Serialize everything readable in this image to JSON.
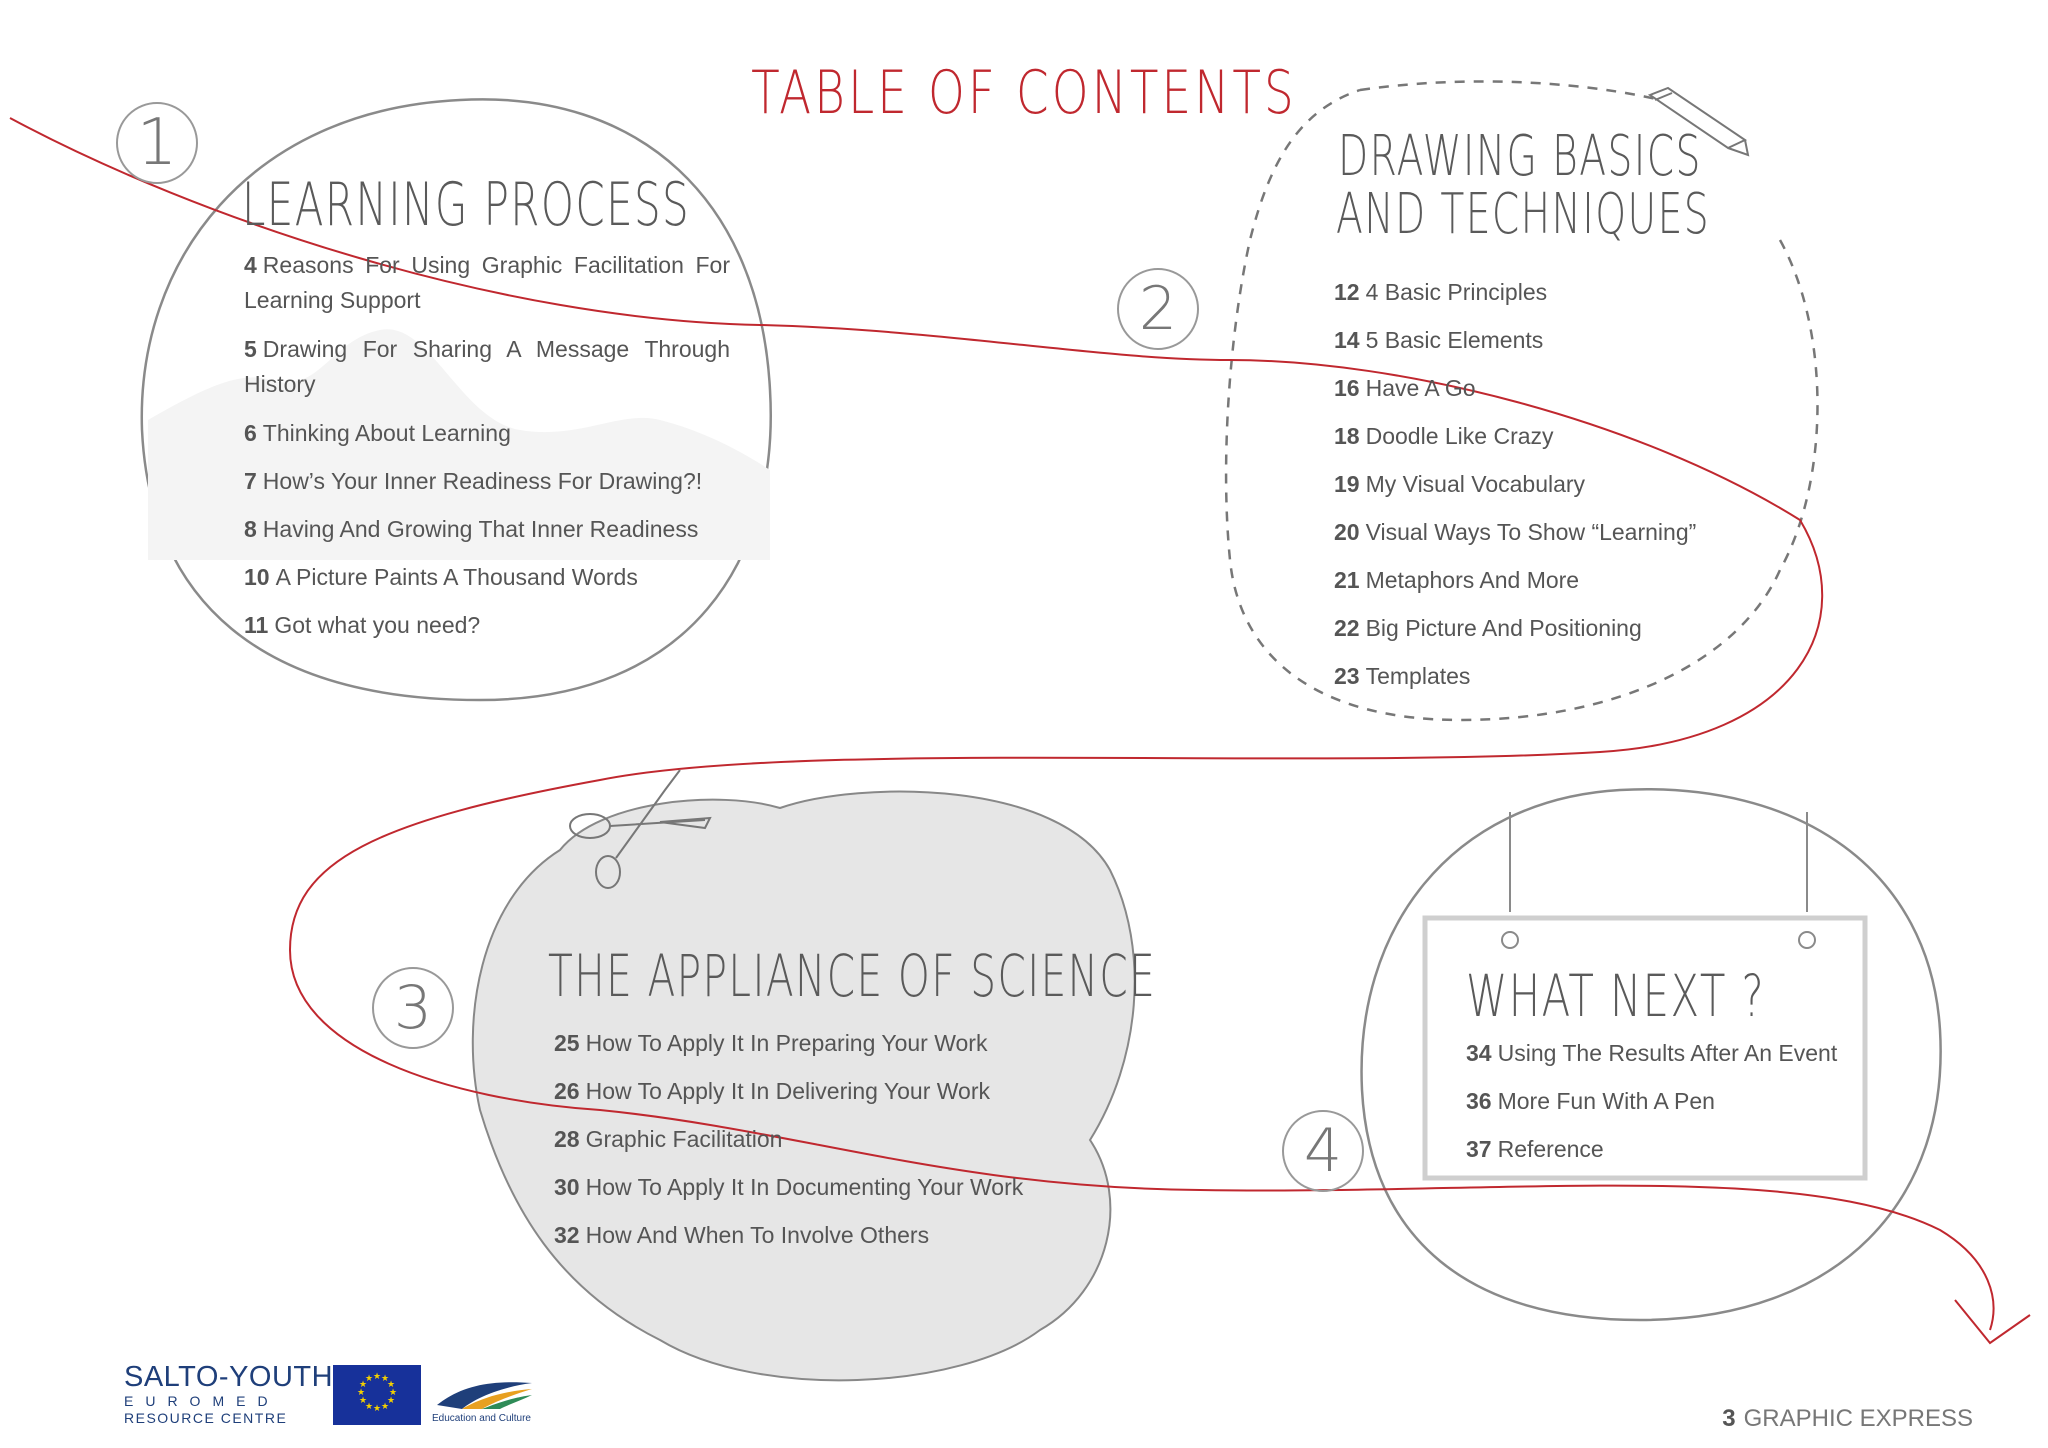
{
  "title": "TABLE OF CONTENTS",
  "sections": [
    {
      "number": "1",
      "title": "LEARNING PROCESS",
      "items": [
        {
          "page": "4",
          "text": "Reasons For Using Graphic Facilitation For Learning Support"
        },
        {
          "page": "5",
          "text": "Drawing For Sharing A Message Through History"
        },
        {
          "page": "6",
          "text": "Thinking About Learning"
        },
        {
          "page": "7",
          "text": "How’s Your Inner Readiness For Drawing?!"
        },
        {
          "page": "8",
          "text": "Having And Growing That Inner Readiness"
        },
        {
          "page": "10",
          "text": "A Picture Paints A Thousand Words"
        },
        {
          "page": "11",
          "text": "Got what you need?"
        }
      ]
    },
    {
      "number": "2",
      "title_lines": [
        "DRAWING BASICS",
        "AND TECHNIQUES"
      ],
      "items": [
        {
          "page": "12",
          "text": "4 Basic Principles"
        },
        {
          "page": "14",
          "text": "5 Basic Elements"
        },
        {
          "page": "16",
          "text": "Have A Go"
        },
        {
          "page": "18",
          "text": "Doodle Like Crazy"
        },
        {
          "page": "19",
          "text": "My Visual Vocabulary"
        },
        {
          "page": "20",
          "text": "Visual Ways To Show “Learning”"
        },
        {
          "page": "21",
          "text": "Metaphors And More"
        },
        {
          "page": "22",
          "text": "Big Picture And Positioning"
        },
        {
          "page": "23",
          "text": "Templates"
        }
      ]
    },
    {
      "number": "3",
      "title": "THE APPLIANCE OF SCIENCE",
      "items": [
        {
          "page": "25",
          "text": "How To Apply It In Preparing Your Work"
        },
        {
          "page": "26",
          "text": "How To Apply It In Delivering Your Work"
        },
        {
          "page": "28",
          "text": "Graphic Facilitation"
        },
        {
          "page": "30",
          "text": "How To Apply It In Documenting Your Work"
        },
        {
          "page": "32",
          "text": "How And When To Involve Others"
        }
      ]
    },
    {
      "number": "4",
      "title": "WHAT NEXT ?",
      "items": [
        {
          "page": "34",
          "text": "Using The Results After An Event"
        },
        {
          "page": "36",
          "text": "More Fun With A Pen"
        },
        {
          "page": "37",
          "text": "Reference"
        }
      ]
    }
  ],
  "footer": {
    "page_number": "3",
    "publication": "GRAPHIC EXPRESS",
    "logo": {
      "name": "SALTO-YOUTH",
      "sub": "EUROMED",
      "centre": "RESOURCE CENTRE",
      "ec_caption": "Education and Culture"
    }
  },
  "colors": {
    "accent_red": "#c0282f",
    "outline_grey": "#8a8a8a",
    "text_grey": "#555555",
    "logo_blue": "#1f3f7a",
    "eu_blue": "#17319a"
  }
}
